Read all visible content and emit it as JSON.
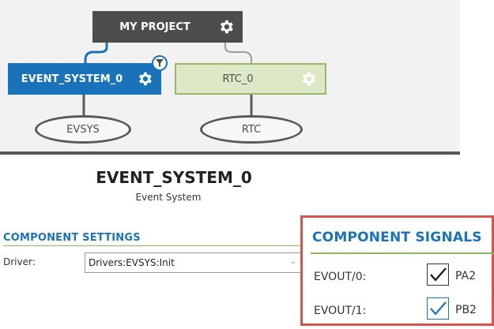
{
  "diagram": {
    "project": "MY PROJECT",
    "component_node": "EVENT_SYSTEM_0",
    "rtc_node": "RTC_0",
    "evsys_ellipse": "EVSYS",
    "rtc_ellipse": "RTC"
  },
  "component": {
    "title": "EVENT_SYSTEM_0",
    "subtitle": "Event System"
  },
  "settings": {
    "heading": "COMPONENT SETTINGS",
    "driver_label": "Driver:",
    "driver_value": "Drivers:EVSYS:Init"
  },
  "signals": {
    "heading": "COMPONENT SIGNALS",
    "rows": [
      {
        "signal": "EVOUT/0:",
        "pin": "PA2",
        "checked": true
      },
      {
        "signal": "EVOUT/1:",
        "pin": "PB2",
        "checked": true
      }
    ]
  },
  "colors": {
    "accent": "#1a73b8",
    "project_node": "#4d4d4d",
    "rtc_node": "#dde8c6",
    "highlight_border": "#d9534f"
  }
}
